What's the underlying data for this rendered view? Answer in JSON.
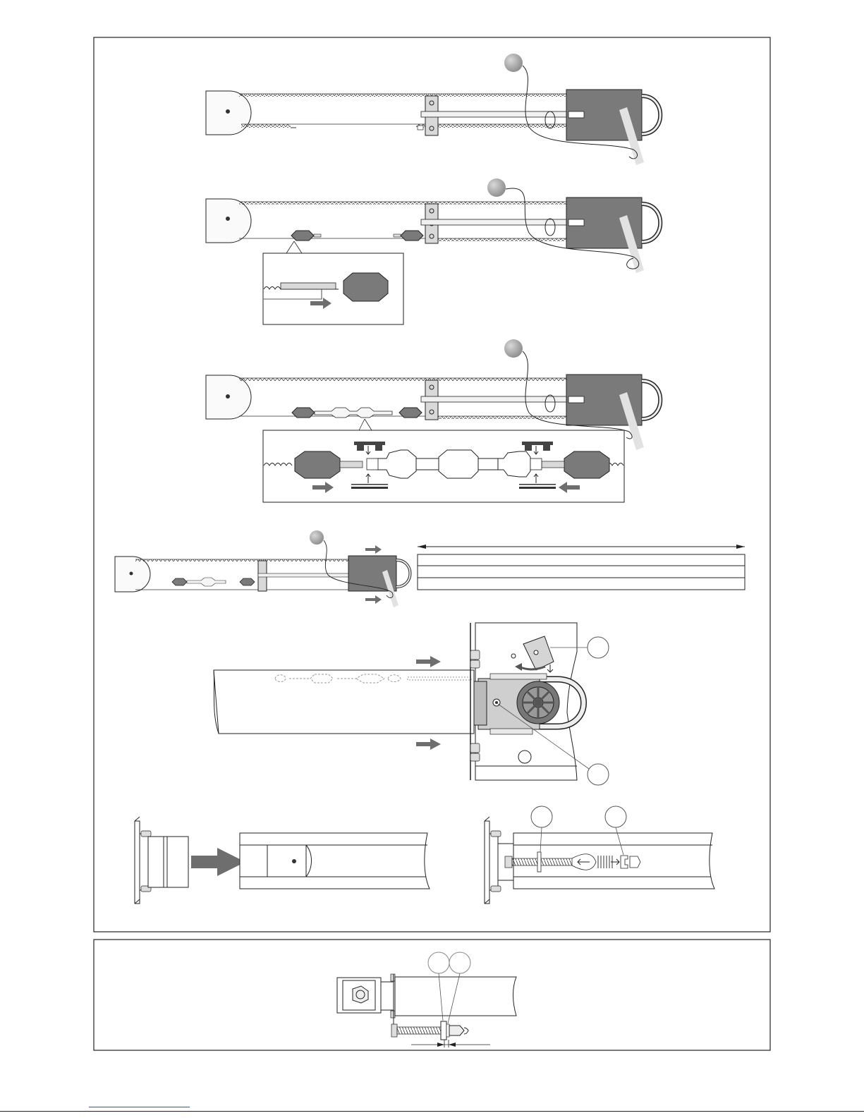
{
  "palette": {
    "ink": "#222222",
    "motor": "#7a7a7a",
    "carriage": "#888888",
    "ball": "#9a9a9a",
    "rail": "#f4f4f4",
    "arrow": "#6e6e6e",
    "handle": "#e2e2e2",
    "link": "#2f55c9"
  },
  "figures": [
    {
      "id": "step-1",
      "elements": [
        "end-pulley",
        "toothed-belt",
        "carriage",
        "drive-unit",
        "release-cord",
        "reference-ball"
      ]
    },
    {
      "id": "step-2",
      "elements": [
        "end-pulley",
        "toothed-belt",
        "belt-clamps",
        "carriage",
        "drive-unit",
        "release-cord",
        "reference-ball",
        "detail-inset"
      ]
    },
    {
      "id": "step-3",
      "elements": [
        "end-pulley",
        "toothed-belt",
        "belt-coupling",
        "carriage",
        "drive-unit",
        "release-cord",
        "reference-ball",
        "coupling-detail-inset"
      ]
    },
    {
      "id": "step-4",
      "elements": [
        "rail-assembly",
        "rail-sections"
      ]
    },
    {
      "id": "step-5",
      "elements": [
        "rail-head",
        "drive-sprocket",
        "release-lever",
        "callout-a",
        "callout-b"
      ]
    },
    {
      "id": "step-6",
      "elements": [
        "end-bracket",
        "rail-insertion"
      ]
    },
    {
      "id": "step-7",
      "elements": [
        "tension-bolt",
        "spring",
        "callout-c",
        "callout-d"
      ]
    },
    {
      "id": "step-8",
      "elements": [
        "tension-adjustment",
        "gap-dimension",
        "callout-e",
        "callout-f"
      ]
    }
  ]
}
